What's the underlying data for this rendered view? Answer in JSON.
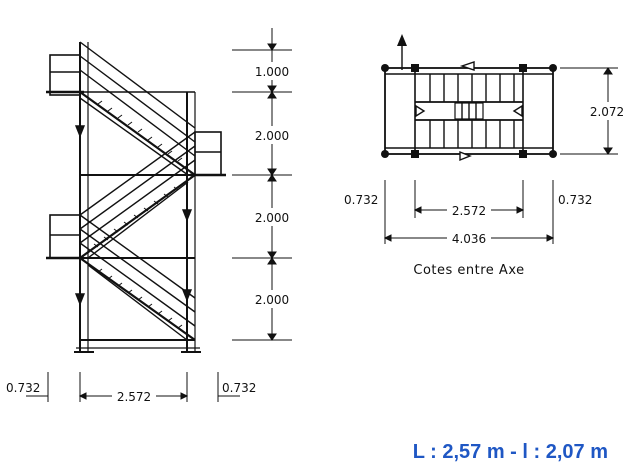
{
  "elevation": {
    "heights": [
      "1.000",
      "2.000",
      "2.000",
      "2.000"
    ],
    "width": "2.572",
    "overhang_left": "0.732",
    "overhang_right": "0.732"
  },
  "plan": {
    "depth": "2.072",
    "span": "2.572",
    "overall": "4.036",
    "overhang_left": "0.732",
    "overhang_right": "0.732",
    "caption": "Cotes entre Axe"
  },
  "summary": {
    "text": "L : 2,57 m - l  : 2,07 m",
    "color": "#1f57c4"
  },
  "line_color": "#111111"
}
